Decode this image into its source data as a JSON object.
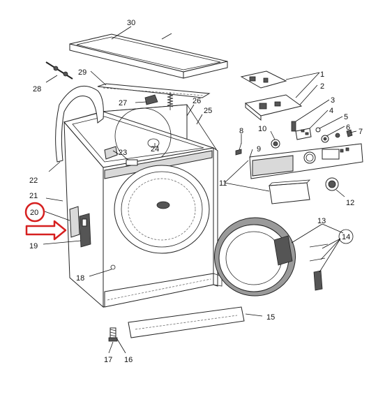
{
  "diagram": {
    "callouts": [
      "1",
      "2",
      "3",
      "4",
      "5",
      "6",
      "7",
      "8",
      "9",
      "10",
      "11",
      "12",
      "13",
      "14",
      "15",
      "16",
      "17",
      "18",
      "19",
      "20",
      "21",
      "22",
      "23",
      "24",
      "25",
      "26",
      "27",
      "28",
      "29",
      "30"
    ],
    "highlighted_callout": "20",
    "colors": {
      "highlight": "#d62020",
      "line": "#222222",
      "gasket": "#9a9a9a"
    }
  }
}
